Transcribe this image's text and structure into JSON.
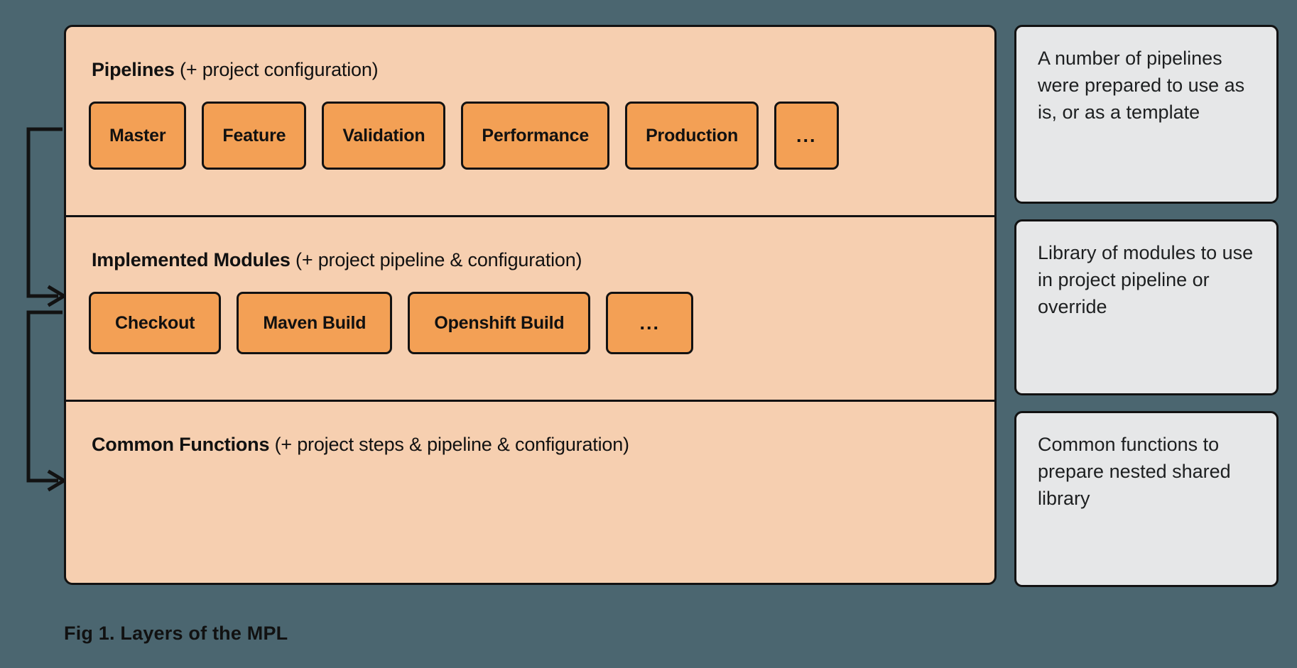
{
  "figure": {
    "caption": "Fig 1. Layers of the MPL",
    "colors": {
      "page_background": "#4b6670",
      "layer_background": "#f6cfb0",
      "chip_fill": "#f3a055",
      "note_fill": "#e6e7e8",
      "stroke": "#121212"
    }
  },
  "layers": [
    {
      "title_strong": "Pipelines",
      "title_light": " (+ project configuration)",
      "chips": [
        "Master",
        "Feature",
        "Validation",
        "Performance",
        "Production",
        "..."
      ]
    },
    {
      "title_strong": "Implemented Modules",
      "title_light": " (+ project pipeline & configuration)",
      "chips": [
        "Checkout",
        "Maven Build",
        "Openshift Build",
        "..."
      ]
    },
    {
      "title_strong": "Common Functions",
      "title_light": " (+ project steps & pipeline & configuration)",
      "chips": []
    }
  ],
  "notes": [
    {
      "text": "A number of pipelines were prepared to use as is, or as a template"
    },
    {
      "text": "Library of modules to use in project pipeline or override"
    },
    {
      "text": "Common functions to prepare nested shared library"
    }
  ]
}
